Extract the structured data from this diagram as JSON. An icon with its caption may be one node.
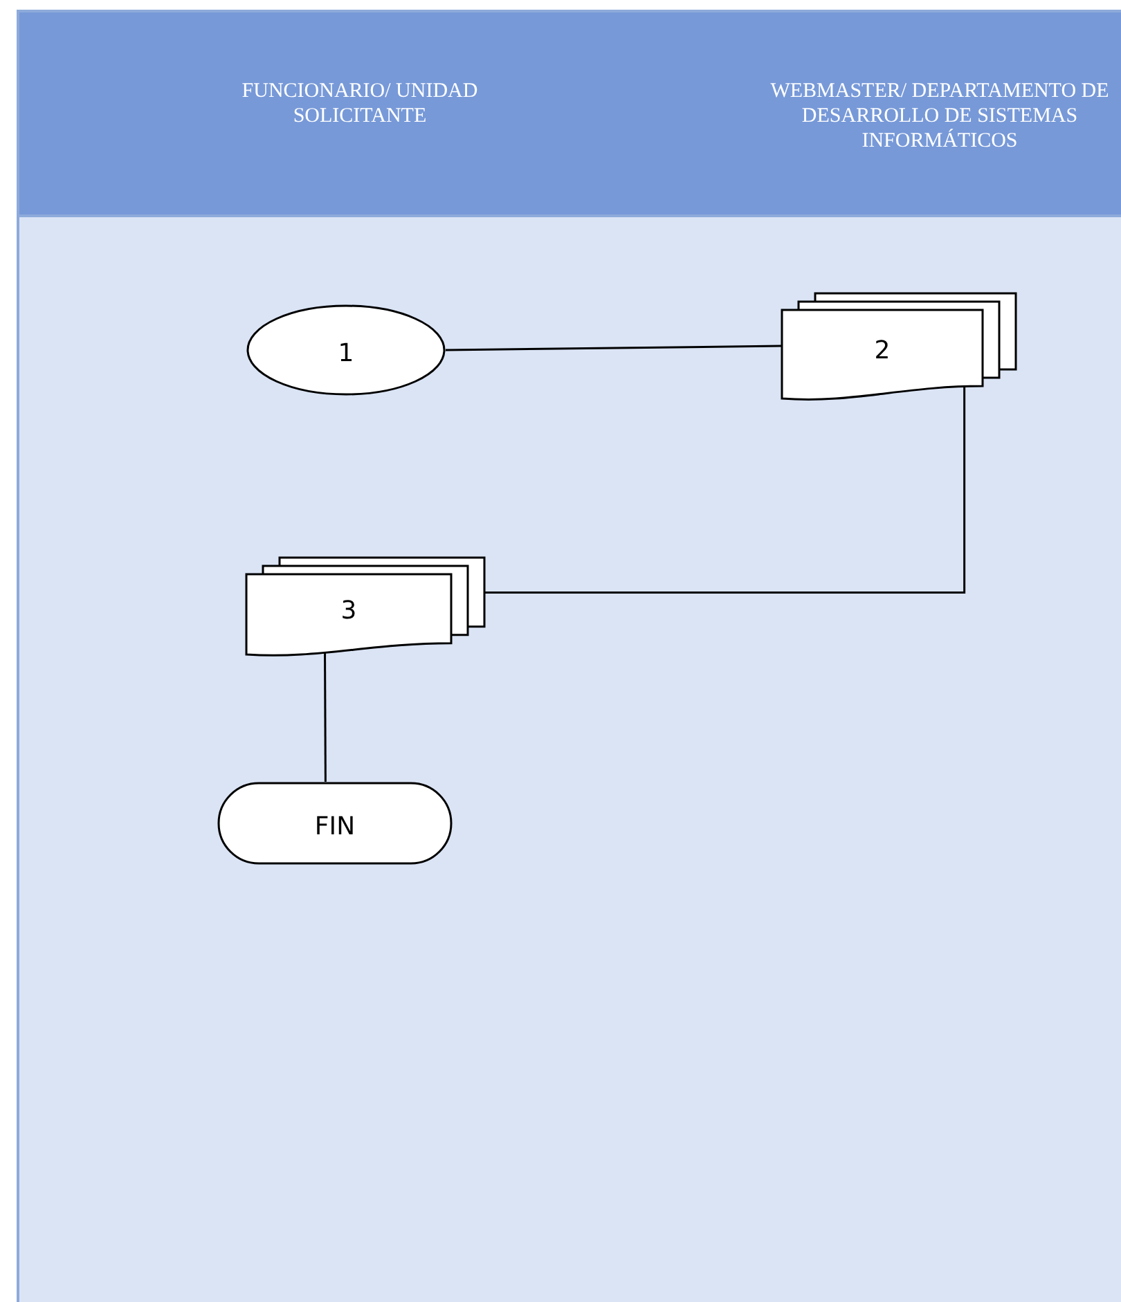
{
  "diagram": {
    "nodes": [
      {
        "text": [
          "1"
        ]
      },
      {
        "text": [
          "2"
        ]
      },
      {
        "text": [
          "3"
        ]
      },
      {
        "text": [
          "FIN"
        ]
      }
    ],
    "edges": [
      {
        "from": 0,
        "to": 1,
        "arrow": "none"
      },
      {
        "from": 1,
        "to": 2,
        "arrow": "none"
      },
      {
        "from": 2,
        "to": 3,
        "arrow": "none"
      }
    ],
    "labels": [
      "FUNCIONARIO/ UNIDAD SOLICITANTE",
      "WEBMASTER/ DEPARTAMENTO DE DESARROLLO DE SISTEMAS INFORMÁTICOS"
    ]
  }
}
